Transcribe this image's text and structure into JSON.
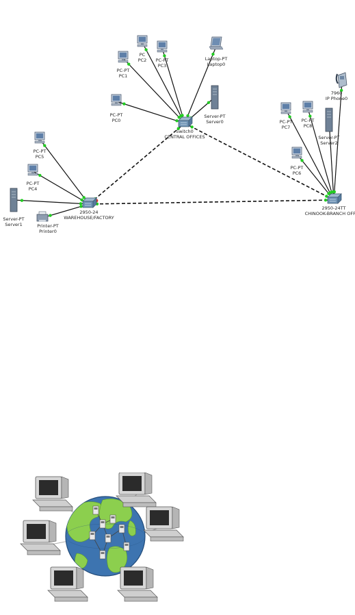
{
  "topology": {
    "nodes": [
      {
        "id": "pc1",
        "type": "pc",
        "label_top": "PC-PT",
        "label_bottom": "PC1"
      },
      {
        "id": "pc2",
        "type": "pc",
        "label_top": "PC",
        "label_bottom": "PC2"
      },
      {
        "id": "pc3",
        "type": "pc",
        "label_top": "PC-PT",
        "label_bottom": "PC3"
      },
      {
        "id": "laptop0",
        "type": "laptop",
        "label_top": "Laptop-PT",
        "label_bottom": "Laptop0"
      },
      {
        "id": "pc0",
        "type": "pc",
        "label_top": "PC-PT",
        "label_bottom": "PC0"
      },
      {
        "id": "server0",
        "type": "server",
        "label_top": "Server-PT",
        "label_bottom": "Server0"
      },
      {
        "id": "central",
        "type": "switch",
        "label_top": "Switch0",
        "label_bottom": "CENTRAL OFFICES"
      },
      {
        "id": "pc5",
        "type": "pc",
        "label_top": "PC-PT",
        "label_bottom": "PC5"
      },
      {
        "id": "pc4",
        "type": "pc",
        "label_top": "PC-PT",
        "label_bottom": "PC4"
      },
      {
        "id": "server1",
        "type": "server",
        "label_top": "Server-PT",
        "label_bottom": "Server1"
      },
      {
        "id": "printer0",
        "type": "printer",
        "label_top": "Printer-PT",
        "label_bottom": "Printer0"
      },
      {
        "id": "warehouse",
        "type": "switch",
        "label_top": "2950-24",
        "label_bottom": "WAREHOUSE/FACTORY"
      },
      {
        "id": "pc7",
        "type": "pc",
        "label_top": "PC-PT",
        "label_bottom": "PC7"
      },
      {
        "id": "pc8",
        "type": "pc",
        "label_top": "PC-PT",
        "label_bottom": "PC8"
      },
      {
        "id": "server2",
        "type": "server",
        "label_top": "Server-PT",
        "label_bottom": "Server2"
      },
      {
        "id": "ipphone",
        "type": "phone",
        "label_top": "7960",
        "label_bottom": "IP Phone0"
      },
      {
        "id": "pc6",
        "type": "pc",
        "label_top": "PC-PT",
        "label_bottom": "PC6"
      },
      {
        "id": "branch",
        "type": "switch",
        "label_top": "2950-24TT",
        "label_bottom": "CHINOOK-BRANCH OFFICE"
      }
    ],
    "links": [
      [
        "pc1",
        "central",
        "solid"
      ],
      [
        "pc2",
        "central",
        "solid"
      ],
      [
        "pc3",
        "central",
        "solid"
      ],
      [
        "laptop0",
        "central",
        "solid"
      ],
      [
        "pc0",
        "central",
        "solid"
      ],
      [
        "server0",
        "central",
        "solid"
      ],
      [
        "pc5",
        "warehouse",
        "solid"
      ],
      [
        "pc4",
        "warehouse",
        "solid"
      ],
      [
        "server1",
        "warehouse",
        "solid"
      ],
      [
        "printer0",
        "warehouse",
        "solid"
      ],
      [
        "pc7",
        "branch",
        "solid"
      ],
      [
        "pc8",
        "branch",
        "solid"
      ],
      [
        "server2",
        "branch",
        "solid"
      ],
      [
        "ipphone",
        "branch",
        "solid"
      ],
      [
        "pc6",
        "branch",
        "solid"
      ],
      [
        "central",
        "warehouse",
        "dashed"
      ],
      [
        "central",
        "branch",
        "dashed"
      ],
      [
        "warehouse",
        "branch",
        "dashed"
      ]
    ],
    "colors": {
      "link": "#111111",
      "port_up": "#22cc22",
      "port_down": "#e03020"
    }
  },
  "globe_figure": {
    "icons": [
      "desktop-computer-icon",
      "globe-icon",
      "network-node-icon"
    ],
    "colors": {
      "ocean": "#3d74b0",
      "land": "#8ccf4e",
      "monitor": "#d0d0d0",
      "screen": "#2a2a2a"
    }
  }
}
